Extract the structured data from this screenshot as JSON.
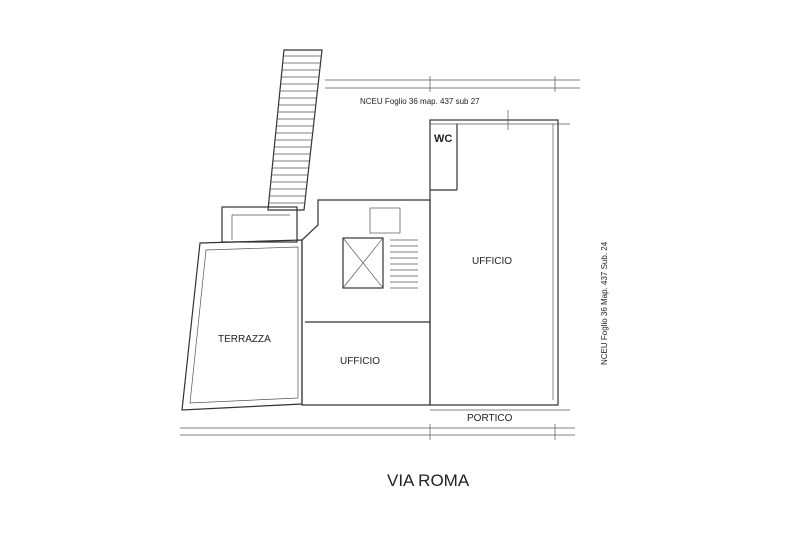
{
  "plan": {
    "rooms": {
      "terrace": "TERRAZZA",
      "office_small": "UFFICIO",
      "office_large": "UFFICIO",
      "wc": "WC",
      "portico": "PORTICO"
    },
    "street": "VIA ROMA",
    "neighbor_top": "NCEU Foglio 36 map. 437 sub 27",
    "neighbor_right": "NCEU Foglio 36 Map. 437 Sub. 24"
  }
}
